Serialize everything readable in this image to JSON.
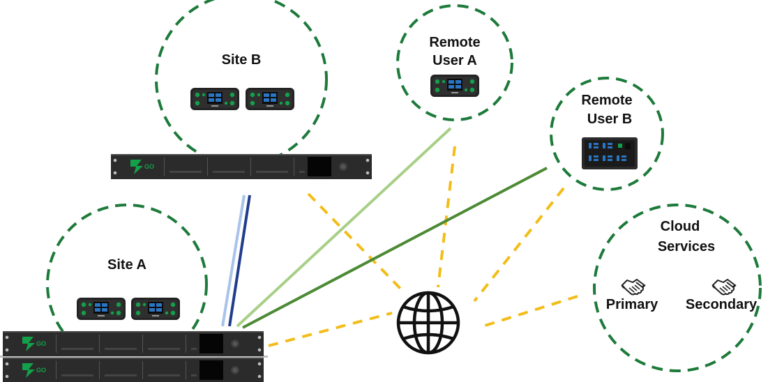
{
  "colors": {
    "site_ring": "#1d7a3a",
    "internet_link": "#f2bd19",
    "light_green_link": "#a8cf87",
    "dark_green_link": "#4c8a35",
    "light_blue_link": "#a9c3ea",
    "dark_blue_link": "#1f3d8c",
    "device_body": "#232323",
    "device_accent": "#14a04a",
    "screen_blue": "#2b76c4",
    "rack_body": "#2b2b2b"
  },
  "labels": {
    "site_b": "Site B",
    "site_a": "Site A",
    "remote_user_a_line1": "Remote",
    "remote_user_a_line2": "User A",
    "remote_user_b_line1": "Remote",
    "remote_user_b_line2": "User B",
    "cloud_line1": "Cloud",
    "cloud_line2": "Services",
    "primary": "Primary",
    "secondary": "Secondary"
  },
  "icons": {
    "internet": "globe-icon",
    "cloud_primary": "handshake-icon",
    "cloud_secondary": "handshake-icon",
    "rack_logo": "go-logo"
  }
}
